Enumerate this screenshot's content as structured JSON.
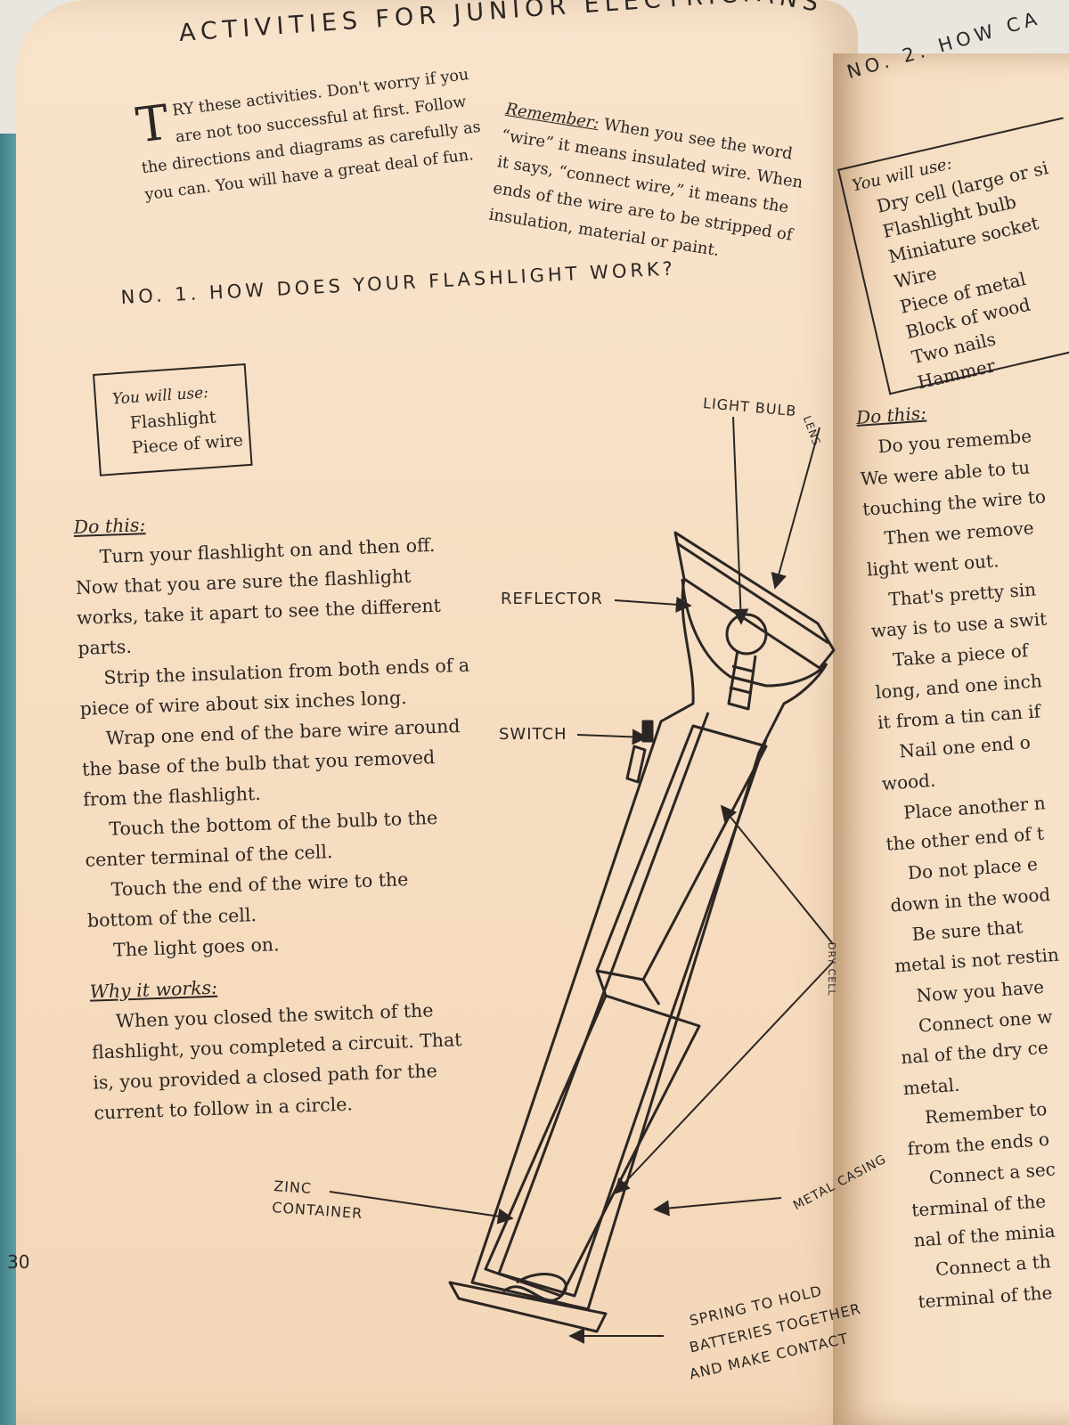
{
  "page": {
    "heading": "ACTIVITIES FOR JUNIOR ELECTRICIANS",
    "heading_a": "ACTIVITIES FOR JUNIOR ELECTRICI",
    "heading_b": "ANS",
    "intro_dropcap": "T",
    "intro_text": "RY these activities. Don't worry if you are not too successful at first. Follow the directions and diagrams as carefully as you can. You will have a great deal of fun.",
    "remember_label": "Remember:",
    "remember_text": " When you see the word “wire” it means insulated wire. When it says, “connect wire,” it means the ends of the wire are to be stripped of insulation, material or paint.",
    "page_number": "30"
  },
  "activity1": {
    "title": "NO. 1.  HOW DOES YOUR FLASHLIGHT WORK?",
    "materials_title": "You will use:",
    "materials": [
      "Flashlight",
      "Piece of wire"
    ],
    "do_this_label": "Do this:",
    "steps": [
      "Turn your flashlight on and then off. Now that you are sure the flashlight works, take it apart to see the different parts.",
      "Strip the insulation from both ends of a piece of wire about six inches long.",
      "Wrap one end of the bare wire around the base of the bulb that you removed from the flashlight.",
      "Touch the bottom of the bulb to the center terminal of the cell.",
      "Touch the end of the wire to the bottom of the cell.",
      "The light goes on."
    ],
    "why_label": "Why it works:",
    "why_text": "When you closed the switch of the flashlight, you completed a circuit. That is, you provided a closed path for the current to follow in a circle."
  },
  "diagram": {
    "light_bulb": "LIGHT BULB",
    "lens": "LENS",
    "reflector": "REFLECTOR",
    "switch": "SWITCH",
    "dry_cell": "DRY CELL",
    "zinc_1": "ZINC",
    "zinc_2": "CONTAINER",
    "metal_casing": "METAL CASING",
    "spring_1": "SPRING TO HOLD",
    "spring_2": "BATTERIES TOGETHER",
    "spring_3": "AND MAKE CONTACT"
  },
  "activity2": {
    "title": "NO. 2.  HOW CA",
    "materials_title": "You will use:",
    "materials": [
      "Dry cell (large or si",
      "Flashlight bulb",
      "Miniature socket",
      "Wire",
      "Piece of metal",
      "Block of wood",
      "Two nails",
      "Hammer"
    ],
    "do_this_label": "Do this:",
    "lines": [
      "Do you remembe",
      "We were able to tu",
      "touching the wire to",
      "Then we remove",
      "light went out.",
      "That's pretty sin",
      "way is to use a swit",
      "Take a piece of",
      "long, and one inch",
      "it from a tin can if",
      "Nail one end o",
      "wood.",
      "Place another n",
      "the other end of t",
      "Do not place e",
      "down in the wood",
      "Be sure that",
      "metal is not restin",
      "Now you have",
      "Connect one w",
      "nal of the dry ce",
      "metal.",
      "Remember to",
      "from the ends o",
      "Connect a sec",
      "terminal of the",
      "nal of the minia",
      "Connect a th",
      "terminal of the"
    ],
    "indented": [
      true,
      false,
      false,
      true,
      false,
      true,
      false,
      true,
      false,
      false,
      true,
      false,
      true,
      false,
      true,
      false,
      true,
      false,
      true,
      true,
      false,
      false,
      true,
      false,
      true,
      false,
      false,
      true,
      false
    ]
  },
  "colors": {
    "ink": "#2b2623",
    "paper": "#f7e0c5",
    "spine": "#4d8d93"
  }
}
